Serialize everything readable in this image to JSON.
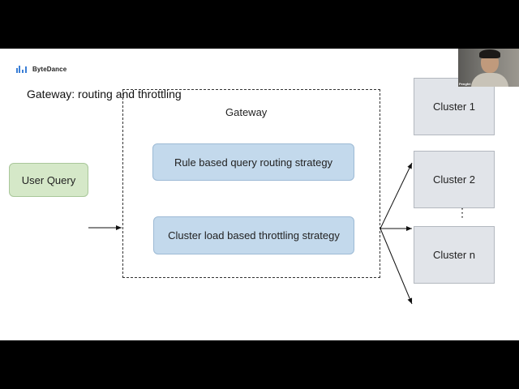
{
  "brand": {
    "name": "ByteDance"
  },
  "slide": {
    "title": "Gateway: routing and throttling"
  },
  "diagram": {
    "input": "User Query",
    "gateway_label": "Gateway",
    "strategies": [
      "Rule based query routing strategy",
      "Cluster load based throttling strategy"
    ],
    "clusters": [
      "Cluster 1",
      "Cluster 2",
      "Cluster n"
    ],
    "ellipsis": "⋮"
  },
  "video": {
    "participant_name": "Pengfei"
  },
  "colors": {
    "input_fill": "#d5e8c8",
    "strategy_fill": "#c3d9ec",
    "cluster_fill": "#e1e4e9",
    "logo_accent": "#3b7fd6"
  }
}
